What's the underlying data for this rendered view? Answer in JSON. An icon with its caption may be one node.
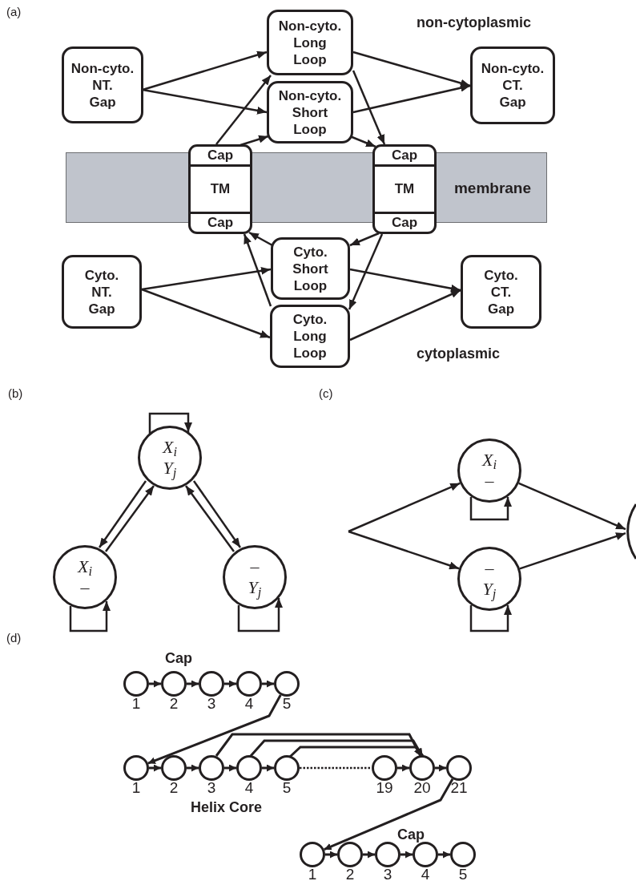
{
  "diagram": {
    "nodes": [
      {
        "text": [
          "Non-cyto. NT. Gap"
        ]
      },
      {
        "text": [
          "Non-cyto. Long Loop"
        ]
      },
      {
        "text": [
          "Non-cyto. Short Loop"
        ]
      },
      {
        "text": [
          "Non-cyto. CT. Gap"
        ]
      },
      {
        "text": [
          "membrane"
        ]
      },
      {
        "text": [
          "Cap",
          "TM",
          "Cap"
        ]
      },
      {
        "text": [
          "Cap",
          "TM",
          "Cap"
        ]
      },
      {
        "text": [
          "Cyto. NT. Gap"
        ]
      },
      {
        "text": [
          "Cyto. Short Loop"
        ]
      },
      {
        "text": [
          "Cyto. Long Loop"
        ]
      },
      {
        "text": [
          "Cyto. CT. Gap"
        ]
      },
      {
        "text": [
          "X$_{i}$",
          "Y$_{j}$"
        ]
      },
      {
        "text": [
          "X$_{i}$",
          "–"
        ]
      },
      {
        "text": [
          "–",
          "Y$_{j}$"
        ]
      },
      {
        "text": [
          "X$_{i}$",
          "–"
        ]
      },
      {
        "text": [
          "–",
          "Y$_{j}$"
        ]
      },
      {
        "text": [],
        "shape": "circle"
      },
      {
        "text": [],
        "shape": "circle",
        "beside": [
          "1"
        ]
      },
      {
        "text": [],
        "shape": "circle",
        "beside": [
          "2"
        ]
      },
      {
        "text": [],
        "shape": "circle",
        "beside": [
          "3"
        ]
      },
      {
        "text": [],
        "shape": "circle",
        "beside": [
          "4"
        ]
      },
      {
        "text": [],
        "shape": "circle",
        "beside": [
          "5"
        ]
      },
      {
        "text": [],
        "shape": "circle",
        "beside": [
          "1"
        ]
      },
      {
        "text": [],
        "shape": "circle",
        "beside": [
          "2"
        ]
      },
      {
        "text": [],
        "shape": "circle",
        "beside": [
          "3"
        ]
      },
      {
        "text": [],
        "shape": "circle",
        "beside": [
          "4"
        ]
      },
      {
        "text": [],
        "shape": "circle",
        "beside": [
          "5"
        ]
      },
      {
        "text": [],
        "shape": "circle",
        "beside": [
          "19"
        ]
      },
      {
        "text": [],
        "shape": "circle",
        "beside": [
          "20"
        ]
      },
      {
        "text": [],
        "shape": "circle",
        "beside": [
          "21"
        ]
      },
      {
        "text": [],
        "shape": "circle",
        "beside": [
          "1"
        ]
      },
      {
        "text": [],
        "shape": "circle",
        "beside": [
          "2"
        ]
      },
      {
        "text": [],
        "shape": "circle",
        "beside": [
          "3"
        ]
      },
      {
        "text": [],
        "shape": "circle",
        "beside": [
          "4"
        ]
      },
      {
        "text": [],
        "shape": "circle",
        "beside": [
          "5"
        ]
      }
    ],
    "edges": [
      {
        "from": 0,
        "to": 1,
        "arrow": "to"
      },
      {
        "from": 0,
        "to": 2,
        "arrow": "to"
      },
      {
        "from": 1,
        "to": 3,
        "arrow": "to"
      },
      {
        "from": 2,
        "to": 3,
        "arrow": "to"
      },
      {
        "from": 5,
        "to": 1,
        "arrow": "to"
      },
      {
        "from": 5,
        "to": 2,
        "arrow": "to"
      },
      {
        "from": 1,
        "to": 6,
        "arrow": "to"
      },
      {
        "from": 2,
        "to": 6,
        "arrow": "to"
      },
      {
        "from": 8,
        "to": 5,
        "arrow": "to"
      },
      {
        "from": 9,
        "to": 5,
        "arrow": "to"
      },
      {
        "from": 6,
        "to": 8,
        "arrow": "to"
      },
      {
        "from": 6,
        "to": 9,
        "arrow": "to"
      },
      {
        "from": 7,
        "to": 8,
        "arrow": "to"
      },
      {
        "from": 7,
        "to": 9,
        "arrow": "to"
      },
      {
        "from": 8,
        "to": 10,
        "arrow": "to"
      },
      {
        "from": 9,
        "to": 10,
        "arrow": "to"
      },
      {
        "from": 11,
        "to": 11,
        "arrow": "to"
      },
      {
        "from": 11,
        "to": 12,
        "arrow": "to"
      },
      {
        "from": 12,
        "to": 11,
        "arrow": "to"
      },
      {
        "from": 11,
        "to": 13,
        "arrow": "to"
      },
      {
        "from": 13,
        "to": 11,
        "arrow": "to"
      },
      {
        "from": 12,
        "to": 12,
        "arrow": "to"
      },
      {
        "from": 13,
        "to": 13,
        "arrow": "to"
      },
      {
        "from": null,
        "to": 14,
        "arrow": "to"
      },
      {
        "from": null,
        "to": 15,
        "arrow": "to"
      },
      {
        "from": 14,
        "to": 16,
        "arrow": "to"
      },
      {
        "from": 15,
        "to": 16,
        "arrow": "to"
      },
      {
        "from": 14,
        "to": 14,
        "arrow": "to"
      },
      {
        "from": 15,
        "to": 15,
        "arrow": "to"
      },
      {
        "from": 17,
        "to": 18,
        "arrow": "to"
      },
      {
        "from": 18,
        "to": 19,
        "arrow": "to"
      },
      {
        "from": 19,
        "to": 20,
        "arrow": "to"
      },
      {
        "from": 20,
        "to": 21,
        "arrow": "to"
      },
      {
        "from": 21,
        "to": 22,
        "arrow": "to"
      },
      {
        "from": 22,
        "to": 23,
        "arrow": "to"
      },
      {
        "from": 23,
        "to": 24,
        "arrow": "to"
      },
      {
        "from": 24,
        "to": 25,
        "arrow": "to"
      },
      {
        "from": 25,
        "to": 26,
        "arrow": "to"
      },
      {
        "from": 26,
        "to": 27,
        "arrow": "none",
        "style": "dashed"
      },
      {
        "from": 27,
        "to": 28,
        "arrow": "to"
      },
      {
        "from": 28,
        "to": 29,
        "arrow": "to"
      },
      {
        "from": 24,
        "to": 28,
        "arrow": "to"
      },
      {
        "from": 25,
        "to": 28,
        "arrow": "to"
      },
      {
        "from": 26,
        "to": 28,
        "arrow": "to"
      },
      {
        "from": 29,
        "to": 30,
        "arrow": "to"
      },
      {
        "from": 30,
        "to": 31,
        "arrow": "to"
      },
      {
        "from": 31,
        "to": 32,
        "arrow": "to"
      },
      {
        "from": 32,
        "to": 33,
        "arrow": "to"
      },
      {
        "from": 33,
        "to": 34,
        "arrow": "to"
      }
    ],
    "labels": [
      "(a)",
      "non-cytoplasmic",
      "cytoplasmic",
      "(b)",
      "(c)",
      "(d)",
      "Cap",
      "Helix Core",
      "Cap"
    ]
  }
}
